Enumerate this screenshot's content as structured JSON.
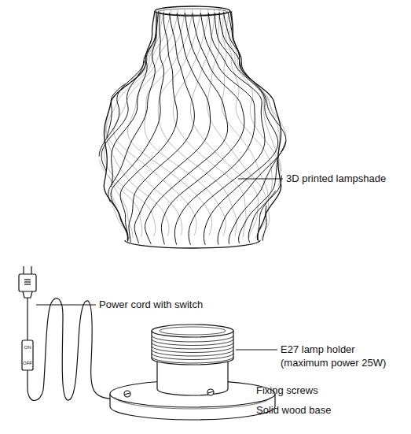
{
  "diagram": {
    "labels": [
      "3D printed lampshade",
      "Power cord with switch",
      "E27 lamp holder (maximum power 25W)",
      "Fixing screws",
      "Solid wood base",
      "ON",
      "OFF"
    ]
  }
}
